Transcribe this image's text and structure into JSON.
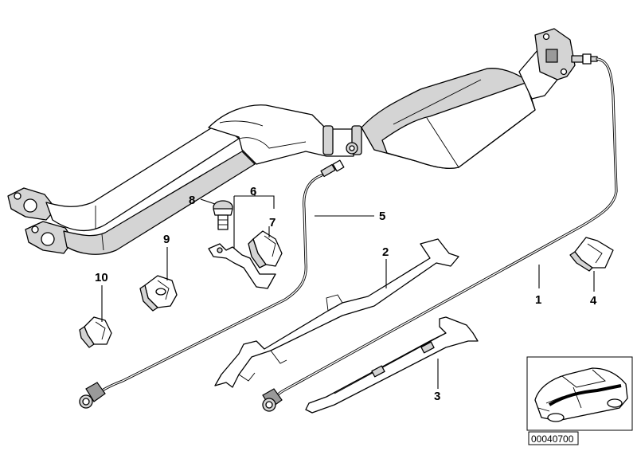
{
  "callouts": {
    "c1": "1",
    "c2": "2",
    "c3": "3",
    "c4": "4",
    "c5": "5",
    "c6": "6",
    "c7": "7",
    "c8": "8",
    "c9": "9",
    "c10": "10"
  },
  "reference_number": "00040700"
}
